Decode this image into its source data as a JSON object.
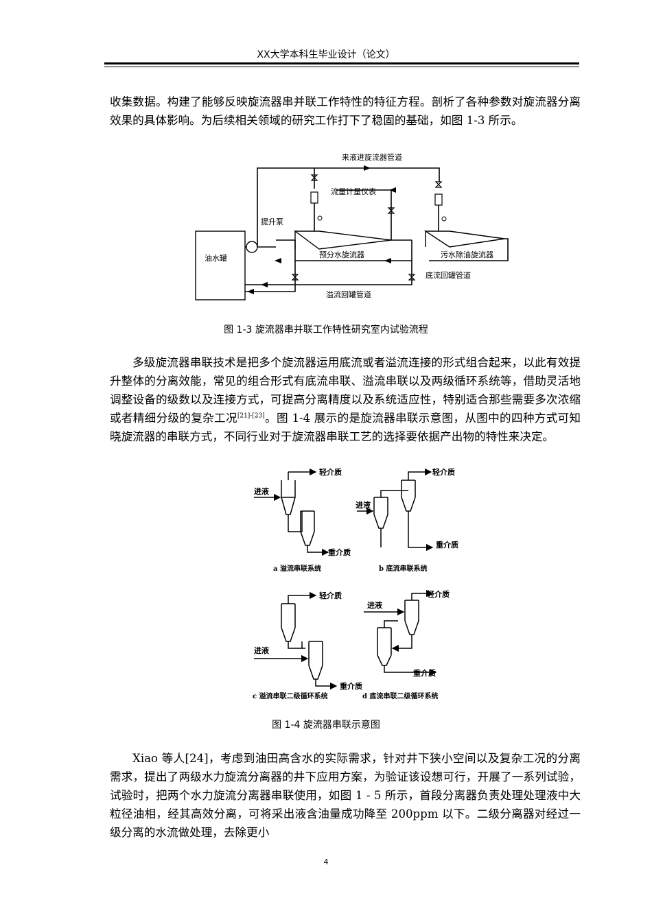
{
  "header": {
    "title": "XX大学本科生毕业设计（论文）"
  },
  "paragraphs": {
    "p1": "收集数据。构建了能够反映旋流器串并联工作特性的特征方程。剖析了各种参数对旋流器分离效果的具体影响。为后续相关领域的研究工作打下了稳固的基础，如图 1-3 所示。",
    "p2_main": "多级旋流器串联技术是把多个旋流器运用底流或者溢流连接的形式组合起来，以此有效提升整体的分离效能，常见的组合形式有底流串联、溢流串联以及两级循环系统等，借助灵活地调整设备的级数以及连接方式，可提高分离精度以及系统适应性，特别适合那些需要多次浓缩或者精细分级的复杂工况",
    "p2_cite": "[21]-[23]",
    "p2_rest": "。图 1-4 展示的是旋流器串联示意图，从图中的四种方式可知晓旋流器的串联方式，不同行业对于旋流器串联工艺的选择要依据产出物的特性来决定。",
    "p3": "Xiao 等人[24]，考虑到油田高含水的实际需求，针对井下狭小空间以及复杂工况的分离需求，提出了两级水力旋流分离器的井下应用方案，为验证该设想可行，开展了一系列试验，试验时，把两个水力旋流分离器串联使用，如图 1 - 5 所示，首段分离器负责处理处理液中大粒径油相，经其高效分离，可将采出液含油量成功降至 200ppm 以下。二级分离器对经过一级分离的水流做处理，去除更小"
  },
  "figure1": {
    "caption": "图 1-3  旋流器串并联工作特性研究室内试验流程",
    "labels": {
      "inlet_pipe": "来液进旋流器管道",
      "flowmeter": "流量计量仪表",
      "pump": "提升泵",
      "tank": "油水罐",
      "pre_separator": "预分水旋流器",
      "deoiler": "污水除油旋流器",
      "underflow_pipe": "底流回罐管道",
      "overflow_pipe": "溢流回罐管道"
    }
  },
  "figure2": {
    "caption": "图 1-4  旋流器串联示意图",
    "labels": {
      "light": "轻介质",
      "heavy": "重介质",
      "inlet": "进液",
      "a": "a    溢流串联系统",
      "b": "b    底流串联系统",
      "c": "c    溢流串联二级循环系统",
      "d": "d    底流串联二级循环系统"
    }
  },
  "page_number": "4"
}
